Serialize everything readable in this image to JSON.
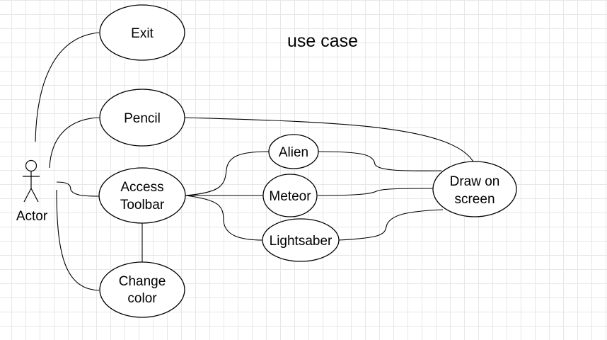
{
  "diagram": {
    "title": "use case",
    "actor": {
      "label": "Actor"
    },
    "use_cases": {
      "exit": "Exit",
      "pencil": "Pencil",
      "access_toolbar": [
        "Access",
        "Toolbar"
      ],
      "change_color": [
        "Change",
        "color"
      ],
      "alien": "Alien",
      "meteor": "Meteor",
      "lightsaber": "Lightsaber",
      "draw_on_screen": [
        "Draw on",
        "screen"
      ]
    }
  }
}
